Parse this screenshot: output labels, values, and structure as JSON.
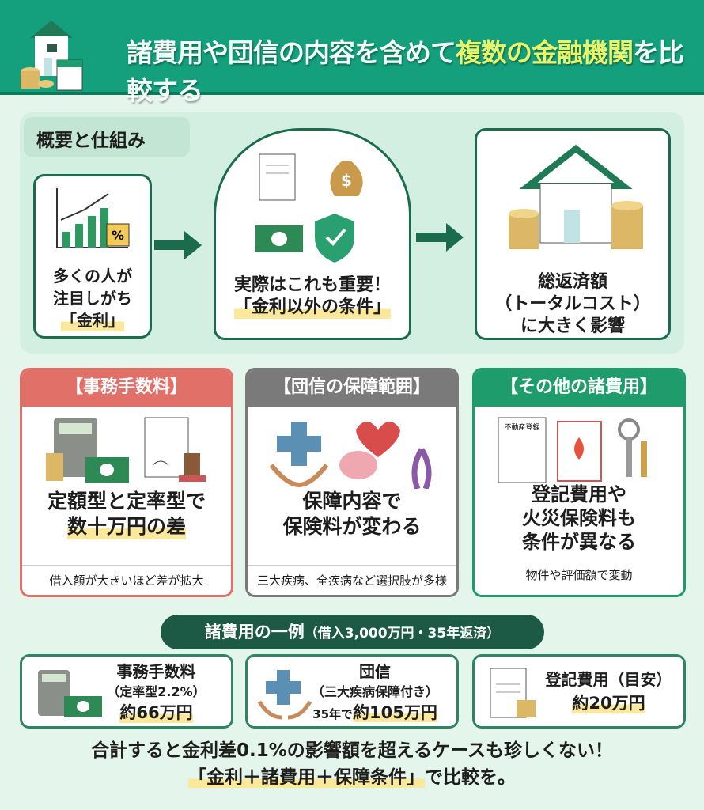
{
  "header": {
    "title_pre": "諸費用や団信の内容を含めて",
    "title_hl": "複数の金融機関",
    "title_post": "を比較する"
  },
  "overview": {
    "label": "概要と仕組み",
    "step1": {
      "line1": "多くの人が",
      "line2": "注目しがち",
      "line3": "「金利」",
      "icon_label": "%"
    },
    "step2": {
      "line1": "実際はこれも重要！",
      "line2": "「金利以外の条件」"
    },
    "step3": {
      "line1": "総返済額",
      "line2": "（トータルコスト）",
      "line3": "に大きく影響"
    }
  },
  "features": [
    {
      "title": "【事務手数料】",
      "line1": "定額型と定率型で",
      "line2": "数十万円の差",
      "note": "借入額が大きいほど差が拡大",
      "color": "#e07068"
    },
    {
      "title": "【団信の保障範囲】",
      "line1": "保障内容で",
      "line2": "保険料が変わる",
      "note": "三大疾病、全疾病など選択肢が多様",
      "color": "#7a7a7a"
    },
    {
      "title": "【その他の諸費用】",
      "line1": "登記費用や",
      "line2": "火災保険料も",
      "line3": "条件が異なる",
      "note": "物件や評価額で変動",
      "doc_label": "不動産登録",
      "color": "#1f9c6c"
    }
  ],
  "examples": {
    "title": "諸費用の一例",
    "title_note": "（借入3,000万円・35年返済）",
    "items": [
      {
        "name": "事務手数料",
        "detail": "（定率型2.2%）",
        "amount_pre": "",
        "amount": "約66万円"
      },
      {
        "name": "団信",
        "detail": "（三大疾病保障付き）",
        "amount_pre": "35年で",
        "amount": "約105万円"
      },
      {
        "name": "登記費用（目安）",
        "detail": "",
        "amount_pre": "",
        "amount": "約20万円"
      }
    ]
  },
  "footer": {
    "line1": "合計すると金利差0.1%の影響額を超えるケースも珍しくない！",
    "line2_hl": "「金利＋諸費用＋保障条件」",
    "line2_post": "で比較を。"
  }
}
